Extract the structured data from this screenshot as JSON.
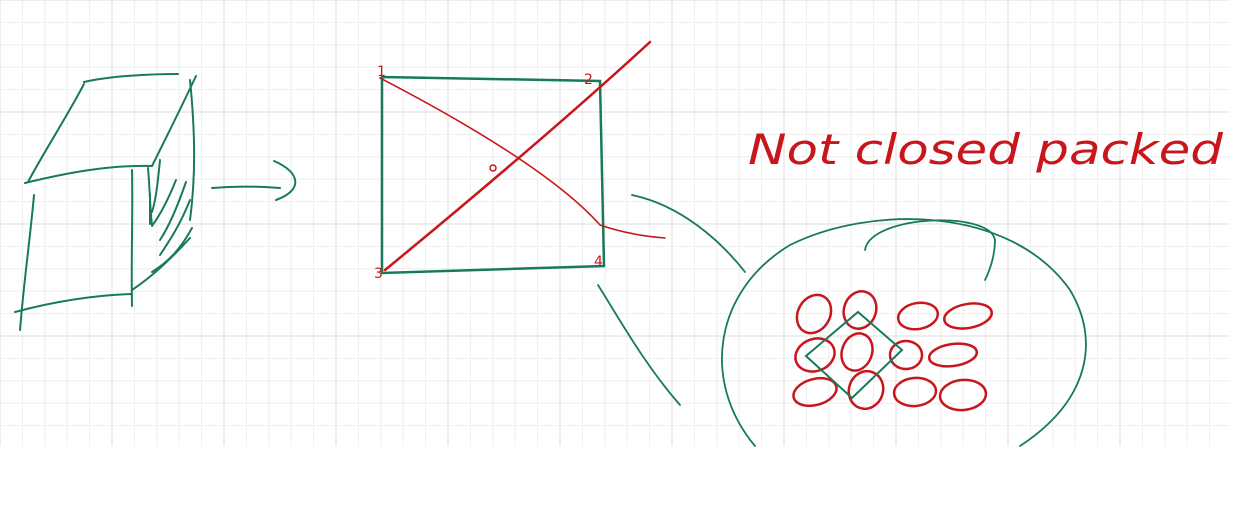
{
  "page": {
    "background": "#ffffff"
  },
  "canvas": {
    "grid": {
      "minor_color": "#eeeeee",
      "major_color": "#dddddd"
    },
    "ink": {
      "green": "#187a5a",
      "red": "#c8161c"
    }
  },
  "annotations": {
    "note": "Not closed packed",
    "corner_labels": [
      "1",
      "2",
      "3",
      "4"
    ]
  }
}
